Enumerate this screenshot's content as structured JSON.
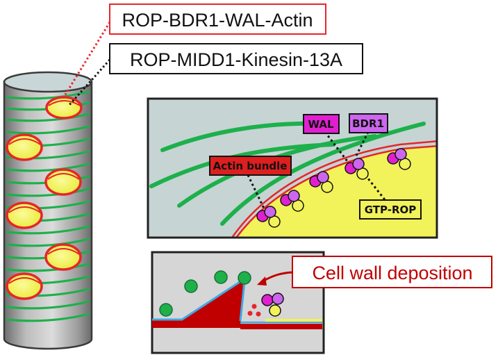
{
  "labels": {
    "complex_actin": "ROP-BDR1-WAL-Actin",
    "complex_kinesin": "ROP-MIDD1-Kinesin-13A",
    "actin_bundle": "Actin bundle",
    "wal": "WAL",
    "bdr1": "BDR1",
    "gtp_rop": "GTP-ROP",
    "cell_wall_deposition": "Cell wall deposition"
  },
  "colors": {
    "red_outline": "#e5262a",
    "microtubule_green": "#1db04b",
    "yellow_fill": "#f2f25a",
    "purple": "#cc66ee",
    "magenta": "#e020d0",
    "dark_red": "#c00000",
    "light_blue_line": "#3fa9e6",
    "panel_gray": "#c6d4d4",
    "bottom_gray": "#d6d6d6"
  }
}
